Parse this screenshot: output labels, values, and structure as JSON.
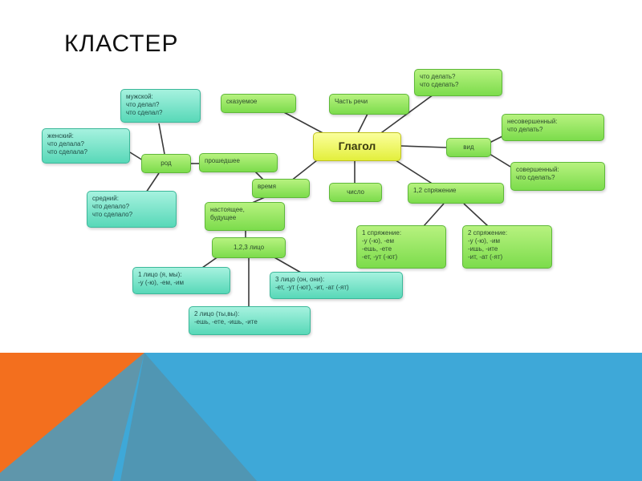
{
  "slide": {
    "title": "КЛАСТЕР"
  },
  "colors": {
    "footer_orange": "#f36f1e",
    "footer_blue": "#3ea8d8",
    "footer_gray": "#7a8f98"
  },
  "nodes": {
    "glagol": "Глагол",
    "skazuemoe": "сказуемое",
    "chast_rechi": "Часть речи",
    "chto_delat": "что делать?\nчто сделать?",
    "vid": "вид",
    "nesovershenny": "несовершенный:\nчто делать?",
    "sovershenny": "совершенный:\nчто сделать?",
    "muzhskoy": "мужской:\nчто делал?\nчто сделал?",
    "zhensky": "женский:\nчто делала?\nчто сделала?",
    "rod": "род",
    "proshedshee": "прошедшее",
    "vremya": "время",
    "chislo": "число",
    "spryazhenie": "1,2 спряжение",
    "sredny": "средний:\nчто делало?\nчто сделало?",
    "nastoyashchee": "настоящее,\nбудущее",
    "litso": "1,2,3 лицо",
    "litso1": "1 лицо (я, мы):\n-у (-ю), -ем, -им",
    "litso3": "3 лицо (он, они):\n-ет, -ут (-ют), -ит, -ат (-ят)",
    "litso2": "2 лицо (ты,вы):\n-ешь, -ете, -ишь, -ите",
    "spr1": "1 спряжение:\n-у (-ю), -ем\n-ешь, -ете\n-ет, -ут (-ют)",
    "spr2": "2 спряжение:\n-у (-ю), -им\n-ишь, -ите\n-ит, -ат (-ят)"
  }
}
